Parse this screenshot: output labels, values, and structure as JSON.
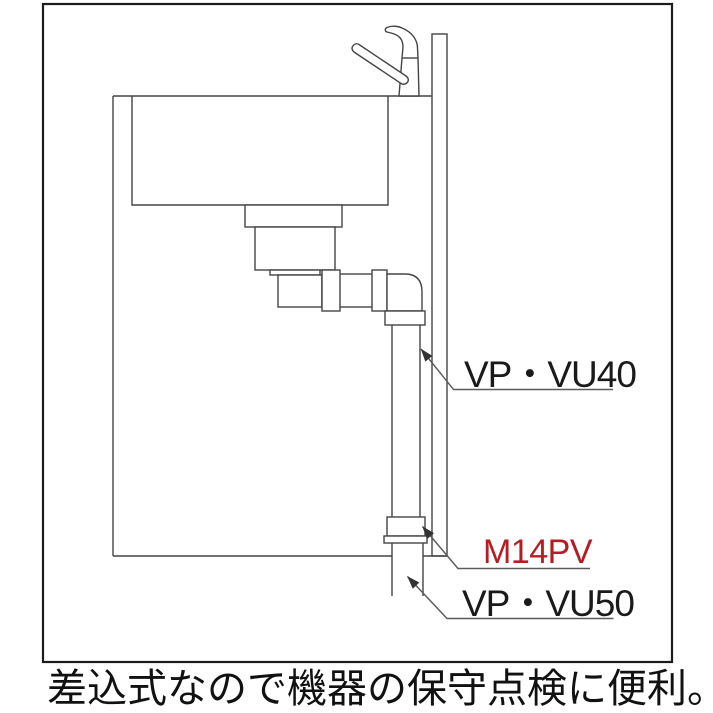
{
  "diagram": {
    "labels": {
      "upper_pipe": {
        "text": "VP・VU40",
        "color": "#1a1a1a"
      },
      "fitting": {
        "text": "M14PV",
        "color": "#b21e23"
      },
      "lower_pipe": {
        "text": "VP・VU50",
        "color": "#1a1a1a"
      }
    },
    "caption": {
      "text": "差込式なので機器の保守点検に便利。",
      "color": "#111111"
    },
    "colors": {
      "background": "#ffffff",
      "line": "#454545",
      "frame_border": "#1c1c1c",
      "leader_line": "#5a5a5a",
      "arrowhead": "#333333"
    }
  }
}
